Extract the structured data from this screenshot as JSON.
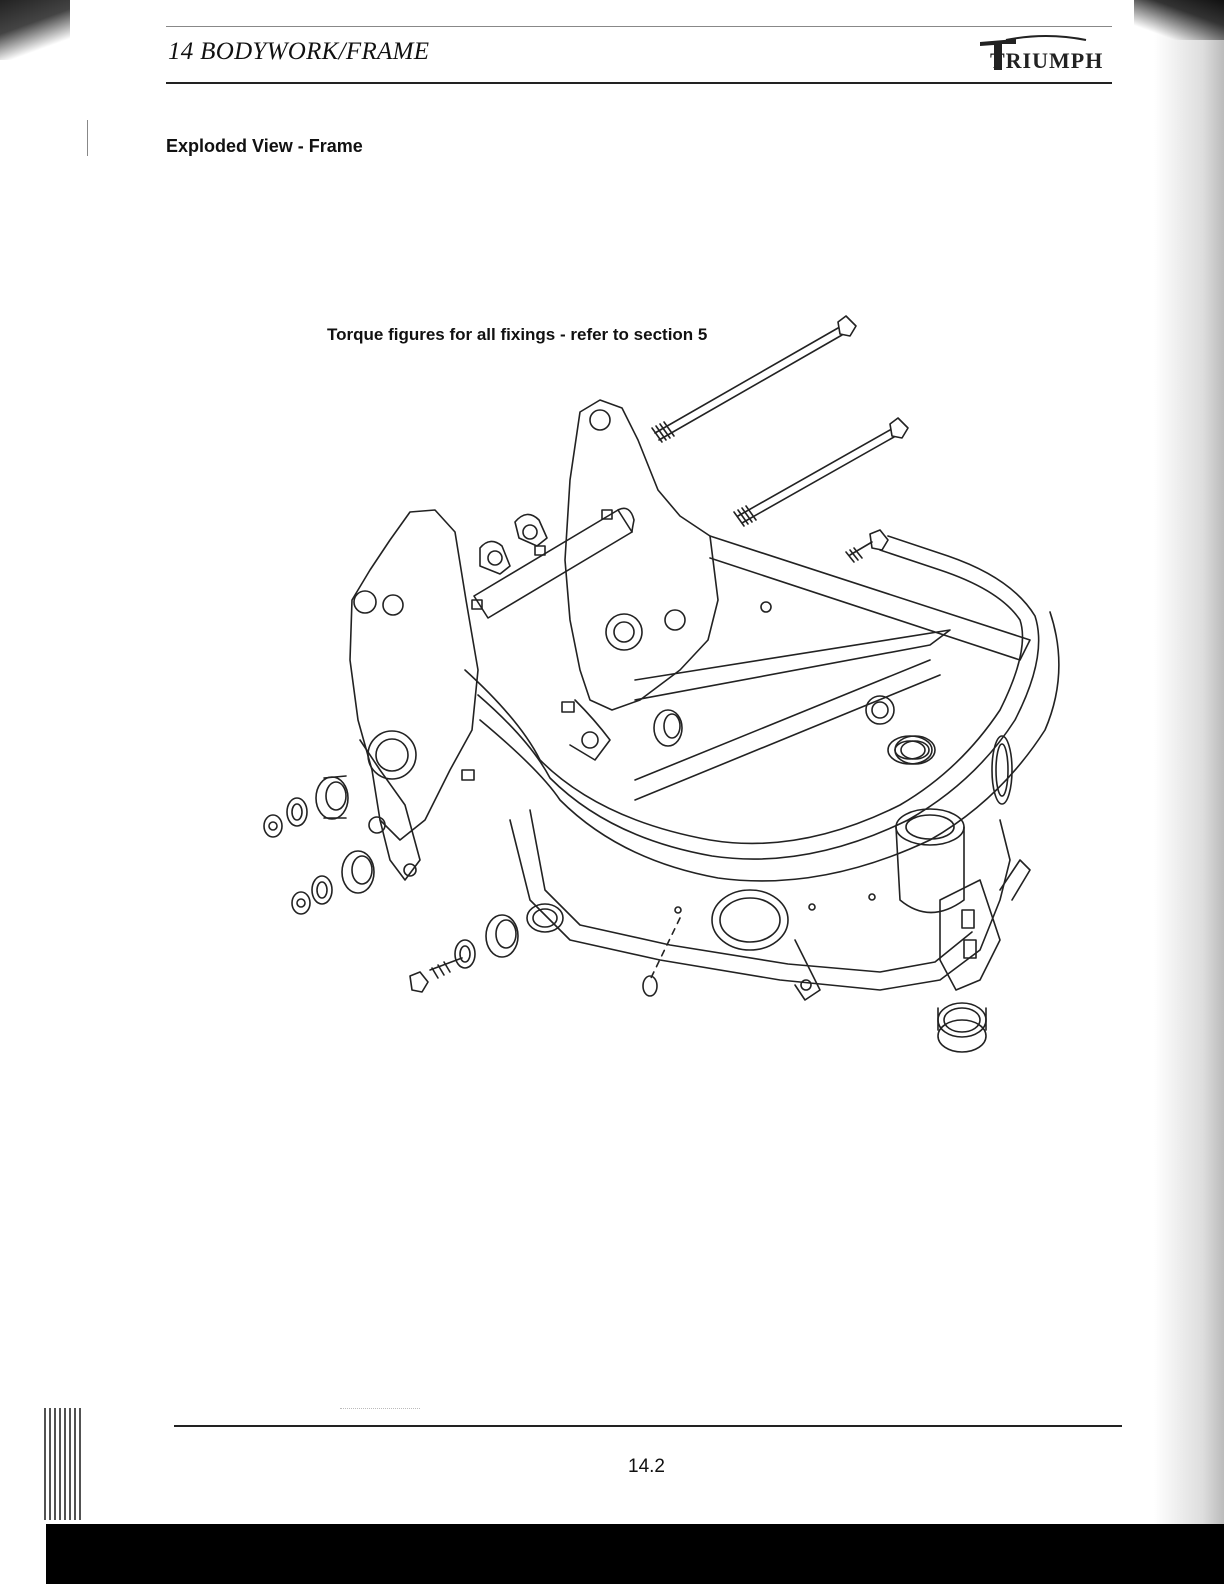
{
  "header": {
    "title": "14  BODYWORK/FRAME",
    "brand": "TRIUMPH"
  },
  "section": {
    "heading": "Exploded View - Frame"
  },
  "figure": {
    "note": "Torque figures for all fixings - refer to section 5"
  },
  "footer": {
    "page_number": "14.2"
  }
}
